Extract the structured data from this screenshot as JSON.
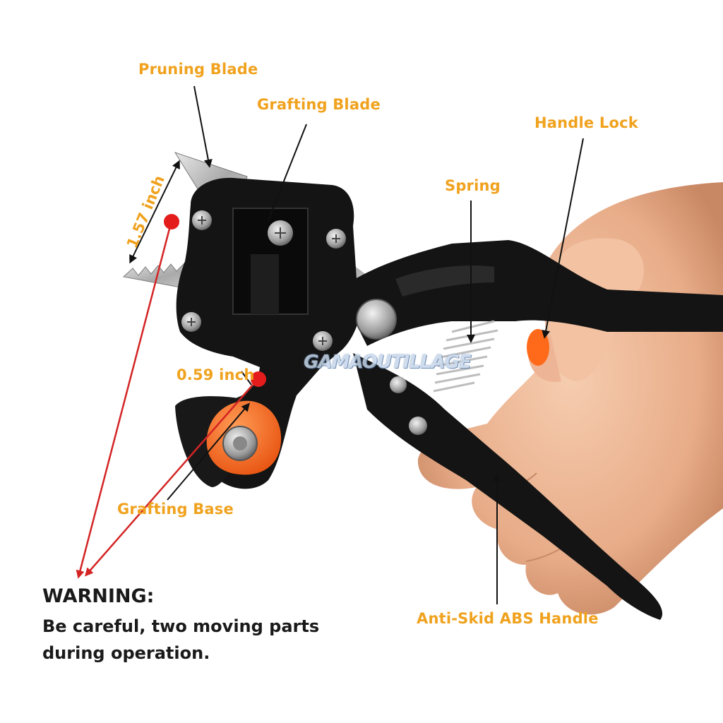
{
  "labels": {
    "pruning_blade": "Pruning Blade",
    "grafting_blade": "Grafting Blade",
    "handle_lock": "Handle Lock",
    "spring": "Spring",
    "dim_long": "1.57 inch",
    "dim_short": "0.59 inch",
    "grafting_base": "Grafting Base",
    "handle": "Anti-Skid ABS Handle"
  },
  "warning": {
    "title": "WARNING:",
    "line1": "Be careful, two moving parts",
    "line2": "during operation."
  },
  "watermark": "GAMAOUTILLAGE",
  "colors": {
    "label": "#f0a21e",
    "warning_arrow": "#d42424",
    "tool_body": "#111111",
    "knob": "#ff6a1a"
  }
}
